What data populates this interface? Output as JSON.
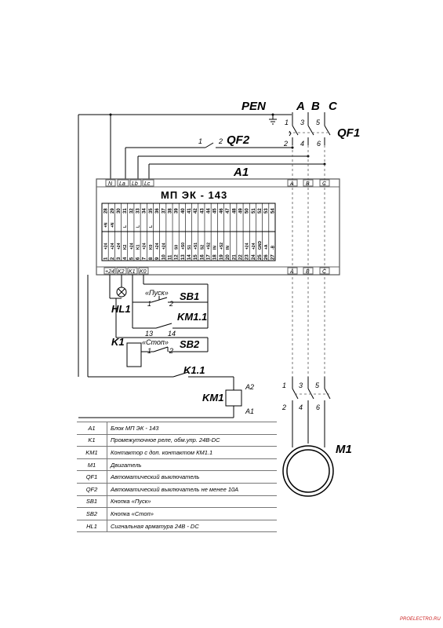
{
  "supply": {
    "pen": "PEN",
    "phase_a": "A",
    "phase_b": "B",
    "phase_c": "C"
  },
  "qf1": {
    "label": "QF1",
    "pins_top": [
      "1",
      "3",
      "5"
    ],
    "pins_bottom": [
      "2",
      "4",
      "6"
    ]
  },
  "qf2": {
    "label": "QF2",
    "pin_in": "1",
    "pin_out": "2"
  },
  "bus_label": "A1",
  "unit": {
    "title": "МП ЭК - 143",
    "input_terms": [
      "N",
      "La",
      "Lb",
      "Lc"
    ],
    "phase_terms_top": [
      "A",
      "B",
      "C"
    ],
    "phase_terms_bottom": [
      "A",
      "B",
      "C"
    ],
    "bottom_terms": [
      "+24",
      "K2",
      "K1",
      "K0"
    ],
    "row_top_numbers": [
      "28",
      "29",
      "30",
      "31",
      "32",
      "33",
      "34",
      "35",
      "36",
      "37",
      "38",
      "39",
      "40",
      "41",
      "42",
      "43",
      "44",
      "45",
      "46",
      "47",
      "48",
      "49",
      "50",
      "51",
      "52",
      "53",
      "54"
    ],
    "row_top_funcs": [
      "+N",
      "+N",
      "",
      "L",
      "",
      "L",
      "",
      "L",
      "",
      "",
      "",
      "",
      "",
      "",
      "",
      "",
      "",
      "",
      "",
      "",
      "",
      "",
      "",
      "",
      "",
      "",
      ""
    ],
    "row_bottom_numbers": [
      "1",
      "2",
      "3",
      "4",
      "5",
      "6",
      "7",
      "8",
      "9",
      "10",
      "11",
      "12",
      "13",
      "14",
      "15",
      "16",
      "17",
      "18",
      "19",
      "20",
      "21",
      "22",
      "23",
      "24",
      "25",
      "26",
      "27"
    ],
    "row_bottom_funcs": [
      "+24",
      "+24",
      "+24",
      "K2",
      "+24",
      "K1",
      "+24",
      "K0",
      "+24",
      "+24",
      "",
      "S0",
      "+S0",
      "S1",
      "+S1",
      "S2",
      "+S2",
      "IN",
      "+S2",
      "IN",
      "",
      "",
      "+24",
      "+24",
      "GND",
      "+A",
      "-B"
    ]
  },
  "hl1": {
    "label": "HL1"
  },
  "sb1": {
    "label": "SB1",
    "caption": "«Пуск»",
    "pin1": "1",
    "pin2": "2"
  },
  "km11_contact": {
    "label": "KM1.1",
    "pin1": "13",
    "pin2": "14"
  },
  "sb2": {
    "label": "SB2",
    "caption": "«Стоп»",
    "pin1": "1",
    "pin2": "2"
  },
  "k1": {
    "label": "K1"
  },
  "k11": {
    "label": "K1.1"
  },
  "km1": {
    "label": "KM1",
    "a1": "A1",
    "a2": "A2",
    "pins_top": [
      "1",
      "3",
      "5"
    ],
    "pins_bottom": [
      "2",
      "4",
      "6"
    ]
  },
  "m1": {
    "label": "M1"
  },
  "legend": [
    {
      "designation": "A1",
      "description": "Блок МП ЭК - 143"
    },
    {
      "designation": "K1",
      "description": "Промежуточное реле, обм.упр. 24В-DC"
    },
    {
      "designation": "KM1",
      "description": "Контактор с доп. контактом КМ1.1"
    },
    {
      "designation": "M1",
      "description": "Двигатель"
    },
    {
      "designation": "QF1",
      "description": "Автоматический выключатель"
    },
    {
      "designation": "QF2",
      "description": "Автоматический выключатель не менее 10А"
    },
    {
      "designation": "SB1",
      "description": "Кнопка «Пуск»"
    },
    {
      "designation": "SB2",
      "description": "Кнопка «Стоп»"
    },
    {
      "designation": "HL1",
      "description": "Сигнальная арматура 24В - DC"
    }
  ],
  "watermark": "PROELECTRO.RU"
}
